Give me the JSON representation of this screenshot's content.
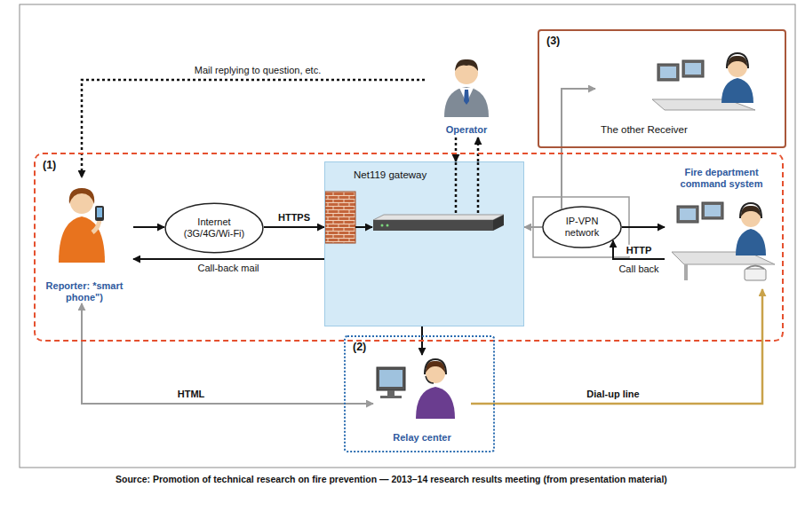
{
  "diagram": {
    "caption": "Source: Promotion of technical research on fire prevention — 2013–14 research results meeting (from presentation material)",
    "nodes": [
      {
        "text": [
          "(1)"
        ]
      },
      {
        "text": [
          "Net119 gateway"
        ],
        "in": 0
      },
      {
        "text": [
          "Reporter: *smart phone\")"
        ],
        "in": 0
      },
      {
        "text": [
          "Internet (3G/4G/Wi-Fi)"
        ],
        "in": 0
      },
      {
        "text": [
          "IP-VPN network"
        ],
        "in": 0
      },
      {
        "text": [
          "Fire department command system"
        ],
        "in": 0
      },
      {
        "text": [
          "Operator"
        ]
      },
      {
        "text": [
          "(3)"
        ]
      },
      {
        "text": [
          "The other Receiver"
        ],
        "in": 7
      },
      {
        "text": [
          "(2)"
        ]
      },
      {
        "text": [
          "Relay center"
        ],
        "in": 9
      }
    ],
    "edges": [
      {
        "from": 2,
        "to": 3,
        "arrow": "to"
      },
      {
        "from": 3,
        "to": 1,
        "label": "HTTPS",
        "arrow": "to"
      },
      {
        "from": 1,
        "to": 2,
        "label": "Call-back mail",
        "arrow": "to"
      },
      {
        "from": 6,
        "to": 2,
        "label": "Mail replying to question, etc.",
        "arrow": "to"
      },
      {
        "from": 1,
        "to": 6,
        "arrow": "to"
      },
      {
        "from": 6,
        "to": 1,
        "arrow": "to"
      },
      {
        "from": 4,
        "to": 1,
        "arrow": "to"
      },
      {
        "from": 4,
        "to": 5,
        "arrow": "to"
      },
      {
        "from": 5,
        "to": 4,
        "label": "HTTP",
        "arrow": "to"
      },
      {
        "from": 4,
        "to": 8,
        "arrow": "to"
      },
      {
        "from": 1,
        "to": 10,
        "arrow": "to"
      },
      {
        "from": 2,
        "to": 10,
        "label": "HTML",
        "arrow": "both"
      },
      {
        "from": 10,
        "to": 5,
        "label": "Dial-up line",
        "arrow": "to"
      }
    ],
    "labels": [
      "Call back"
    ]
  }
}
